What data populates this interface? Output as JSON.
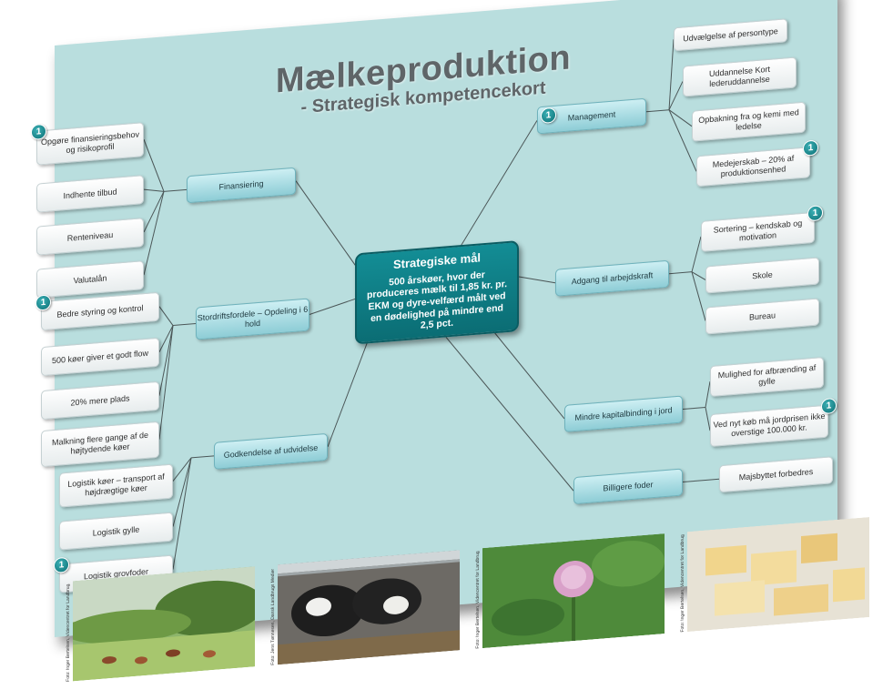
{
  "title": {
    "main": "Mælkeproduktion",
    "sub": "- Strategisk kompetencekort"
  },
  "center": {
    "title": "Strategiske mål",
    "text": "500 årskøer, hvor der produceres mælk til 1,85 kr. pr. EKM og dyre-velfærd målt ved en dødelighed på mindre end 2,5 pct."
  },
  "badge_number": "1",
  "branches": [
    {
      "label": "Finansiering",
      "side": "left",
      "children": [
        {
          "label": "Opgøre finansieringsbehov og risikoprofil",
          "badge": true
        },
        {
          "label": "Indhente tilbud",
          "badge": false
        },
        {
          "label": "Renteniveau",
          "badge": false
        },
        {
          "label": "Valutalån",
          "badge": false
        }
      ]
    },
    {
      "label": "Stordriftsfordele – Opdeling i 6 hold",
      "side": "left",
      "children": [
        {
          "label": "Bedre styring og kontrol",
          "badge": true
        },
        {
          "label": "500 køer giver et godt flow",
          "badge": false
        },
        {
          "label": "20% mere plads",
          "badge": false
        },
        {
          "label": "Malkning flere gange af de højtydende køer",
          "badge": false
        }
      ]
    },
    {
      "label": "Godkendelse af udvidelse",
      "side": "left",
      "children": [
        {
          "label": "Logistik køer – transport af højdrægtige køer",
          "badge": false
        },
        {
          "label": "Logistik gylle",
          "badge": false
        },
        {
          "label": "Logistik grovfoder",
          "badge": true
        }
      ]
    },
    {
      "label": "Management",
      "side": "right",
      "badge": true,
      "children": [
        {
          "label": "Udvælgelse af persontype",
          "badge": false
        },
        {
          "label": "Uddannelse Kort lederuddannelse",
          "badge": false
        },
        {
          "label": "Opbakning fra og kemi med ledelse",
          "badge": false
        },
        {
          "label": "Medejerskab – 20% af produktionsenhed",
          "badge": true
        }
      ]
    },
    {
      "label": "Adgang til arbejdskraft",
      "side": "right",
      "children": [
        {
          "label": "Sortering – kendskab og motivation",
          "badge": true
        },
        {
          "label": "Skole",
          "badge": false
        },
        {
          "label": "Bureau",
          "badge": false
        }
      ]
    },
    {
      "label": "Mindre kapitalbinding i jord",
      "side": "right",
      "children": [
        {
          "label": "Mulighed for afbrænding af gylle",
          "badge": false
        },
        {
          "label": "Ved nyt køb må jordprisen ikke overstige 100.000 kr.",
          "badge": true
        }
      ]
    },
    {
      "label": "Billigere foder",
      "side": "right",
      "children": [
        {
          "label": "Majsbyttet forbedres",
          "badge": false
        }
      ]
    }
  ],
  "photos": [
    {
      "subject": "landscape-with-cattle",
      "credit": "Foto: Inger Bertelsen, Videncentret for Landbrug"
    },
    {
      "subject": "cows-at-feeding-fence",
      "credit": "Foto: Jens Tønnesen, Dansk Landbrugs Medier"
    },
    {
      "subject": "clover-flower",
      "credit": "Foto: Inger Bertelsen, Videncentret for Landbrug"
    },
    {
      "subject": "cheese-blocks",
      "credit": "Foto: Inger Bertelsen, Videncentret for Landbrug"
    }
  ],
  "colors": {
    "sheet": "#b9dede",
    "center": "#0f7f86",
    "hub": "#a6dde3",
    "badge": "#1a8a90",
    "line": "#4b5657"
  }
}
